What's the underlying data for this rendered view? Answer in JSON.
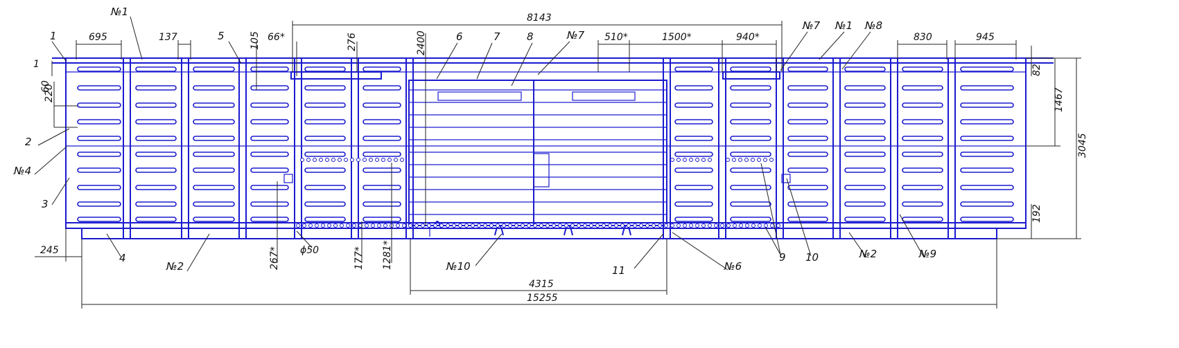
{
  "colors": {
    "linework": "#1a1ad0",
    "dimension": "#222222",
    "background": "#ffffff"
  },
  "dimensions": {
    "d8143": "8143",
    "d695": "695",
    "d137": "137",
    "d105": "105",
    "d66": "66*",
    "d276": "276",
    "d2400": "2400",
    "d510": "510*",
    "d1500": "1500*",
    "d940": "940*",
    "d830": "830",
    "d945": "945",
    "d60": "60",
    "d220": "220",
    "d82": "82",
    "d1467": "1467",
    "d3045": "3045",
    "d192": "192",
    "d245": "245",
    "d267": "267*",
    "d50": "ϕ50",
    "d177": "177*",
    "d1281": "1281*",
    "d4315": "4315",
    "d15255": "15255",
    "d1": "1"
  },
  "callouts": {
    "c1": "1",
    "c2": "2",
    "c3": "3",
    "c4": "4",
    "c5": "5",
    "c6": "6",
    "c7": "7",
    "c8": "8",
    "c9": "9",
    "c10": "10",
    "c11": "11",
    "n1a": "№1",
    "n1b": "№1",
    "n2a": "№2",
    "n2b": "№2",
    "n4": "№4",
    "n6": "№6",
    "n7a": "№7",
    "n7b": "№7",
    "n8": "№8",
    "n9": "№9",
    "n10": "№10"
  }
}
